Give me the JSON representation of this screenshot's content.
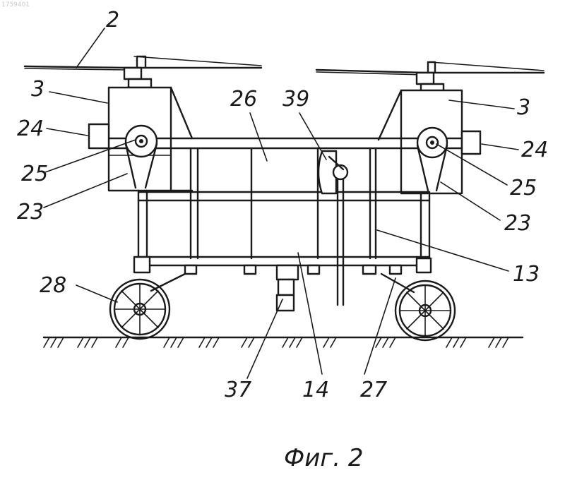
{
  "stamp": "1759401",
  "caption": "Фиг. 2",
  "labels": {
    "l2": "2",
    "l3_left": "3",
    "l3_right": "3",
    "l24_left": "24",
    "l24_right": "24",
    "l25_left": "25",
    "l25_right": "25",
    "l23_left": "23",
    "l23_right": "23",
    "l26": "26",
    "l39": "39",
    "l13": "13",
    "l28": "28",
    "l37": "37",
    "l14": "14",
    "l27": "27"
  }
}
